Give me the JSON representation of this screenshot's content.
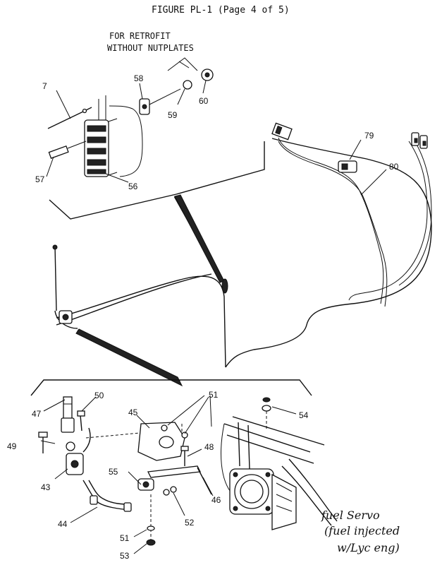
{
  "figure": {
    "title": "FIGURE PL-1 (Page 4 of 5)",
    "retrofit_note_line1": "FOR RETROFIT",
    "retrofit_note_line2": "WITHOUT NUTPLATES"
  },
  "callouts": {
    "c7": "7",
    "c58": "58",
    "c59": "59",
    "c60": "60",
    "c57": "57",
    "c56": "56",
    "c79": "79",
    "c80": "80",
    "c47": "47",
    "c50": "50",
    "c51a": "51",
    "c54": "54",
    "c45": "45",
    "c49": "49",
    "c48": "48",
    "c55": "55",
    "c43": "43",
    "c46": "46",
    "c52": "52",
    "c44": "44",
    "c51b": "51",
    "c53": "53"
  },
  "handwritten": {
    "line1": "fuel Servo",
    "line2": "(fuel injected",
    "line3": "w/Lyc eng)"
  }
}
